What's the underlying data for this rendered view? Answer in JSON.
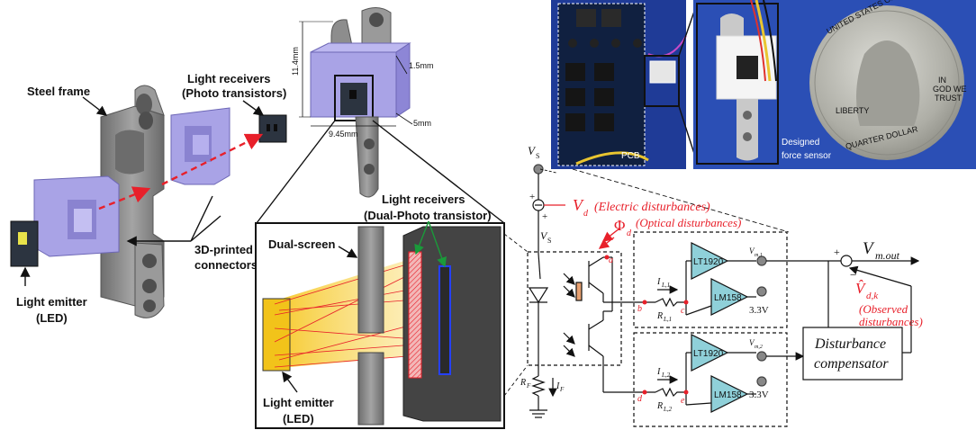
{
  "labels": {
    "steel_frame": "Steel frame",
    "light_receivers_1": "Light receivers",
    "light_receivers_2": "(Photo transistors)",
    "connectors_1": "3D-printed",
    "connectors_2": "connectors",
    "emitter_1": "Light emitter",
    "emitter_2": "(LED)",
    "dual_receivers_1": "Light receivers",
    "dual_receivers_2": "(Dual-Photo transistor)",
    "dual_screen": "Dual-screen",
    "zoom_emitter_1": "Light emitter",
    "zoom_emitter_2": "(LED)"
  },
  "dimensions": {
    "height": "11.4mm",
    "gap_top": "1.5mm",
    "depth": "5mm",
    "width": "9.45mm"
  },
  "photos": {
    "pcb": "PCB",
    "sensor_1": "Designed",
    "sensor_2": "force sensor",
    "coin_top": "UNITED STATES OF AMERICA",
    "coin_liberty": "LIBERTY",
    "coin_trust_1": "IN",
    "coin_trust_2": "GOD WE",
    "coin_trust_3": "TRUST",
    "coin_bottom": "QUARTER DOLLAR"
  },
  "circuit": {
    "vs_top": "V",
    "vs_top_sub": "S",
    "vs_left": "V",
    "vs_left_sub": "S",
    "vd": "V",
    "vd_sub": "d",
    "vd_text": "(Electric disturbances)",
    "phi": "Φ",
    "phi_sub": "d",
    "phi_text": "(Optical disturbances)",
    "node_a": "a",
    "node_b": "b",
    "node_c": "c",
    "node_d": "d",
    "node_e": "e",
    "il1": "I",
    "il1_sub": "L,1",
    "rl1": "R",
    "rl1_sub": "L,1",
    "il2": "I",
    "il2_sub": "L,2",
    "rl2": "R",
    "rl2_sub": "L,2",
    "rf": "R",
    "rf_sub": "F",
    "if": "I",
    "if_sub": "F",
    "opamp_lt_1": "LT1920",
    "opamp_lm_1": "LM158",
    "opamp_lt_2": "LT1920",
    "opamp_lm_2": "LM158",
    "ref_v1": "3.3V",
    "ref_v2": "3.3V",
    "vm1": "V",
    "vm1_sub": "m,1",
    "vm2": "V",
    "vm2_sub": "m,2",
    "vmout": "V",
    "vmout_sub": "m.out",
    "vhat": "V̂",
    "vhat_sub": "d,k",
    "observed_1": "(Observed",
    "observed_2": "disturbances)",
    "comp_1": "Disturbance",
    "comp_2": "compensator",
    "plus": "+",
    "minus": "−"
  },
  "colors": {
    "purple": "#a9a3e6",
    "steel": "#8d8d8d",
    "red": "#e8202a",
    "opamp": "#8fd0d9",
    "beam": "#f6c51a",
    "pcb_blue": "#1f3b97",
    "coin": "#b9b9b3"
  }
}
